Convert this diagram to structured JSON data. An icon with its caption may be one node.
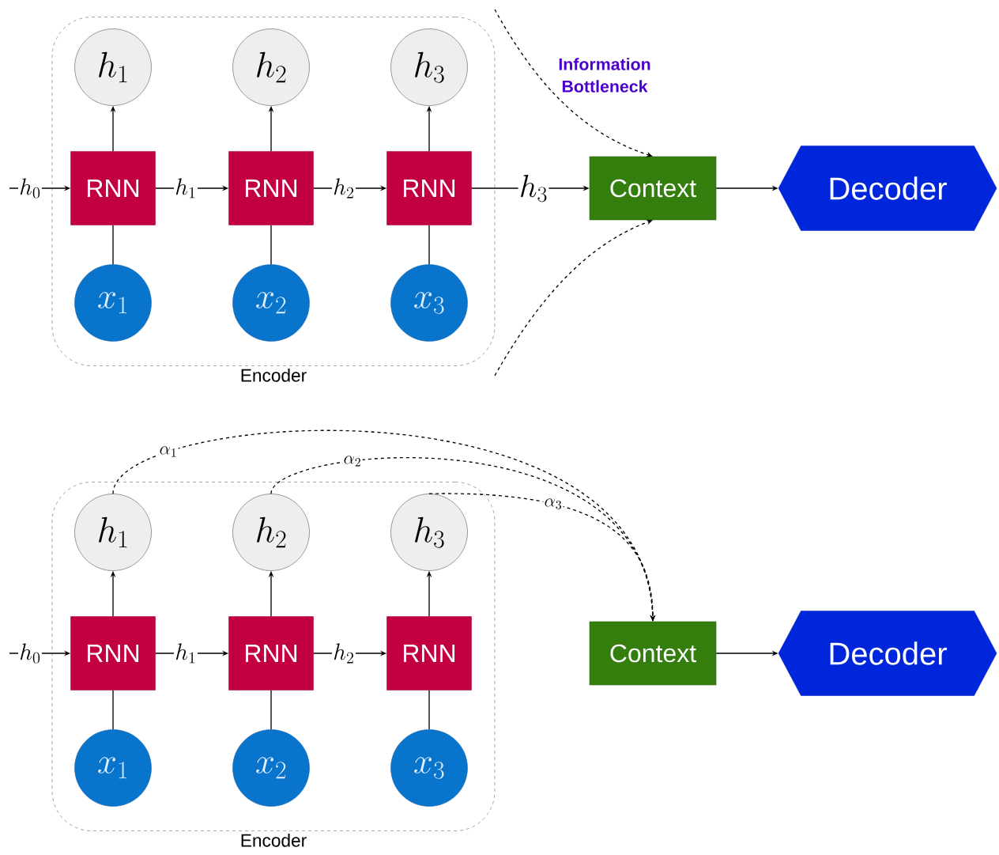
{
  "diagram": {
    "nodes": [
      {
        "text": [
          "Encoder"
        ]
      },
      {
        "text": [
          "h_{1}"
        ],
        "in": 0
      },
      {
        "text": [
          "h_{2}"
        ],
        "in": 0
      },
      {
        "text": [
          "h_{3}"
        ],
        "in": 0
      },
      {
        "text": [
          "RNN"
        ],
        "in": 0
      },
      {
        "text": [
          "RNN"
        ],
        "in": 0
      },
      {
        "text": [
          "RNN"
        ],
        "in": 0
      },
      {
        "text": [
          "x_{1}"
        ],
        "in": 0
      },
      {
        "text": [
          "x_{2}"
        ],
        "in": 0
      },
      {
        "text": [
          "x_{3}"
        ],
        "in": 0
      },
      {
        "text": [
          "Context"
        ]
      },
      {
        "text": [
          "Decoder"
        ]
      },
      {
        "text": [
          "Encoder"
        ]
      },
      {
        "text": [
          "h_{1}"
        ],
        "in": 12
      },
      {
        "text": [
          "h_{2}"
        ],
        "in": 12
      },
      {
        "text": [
          "h_{3}"
        ],
        "in": 12
      },
      {
        "text": [
          "RNN"
        ],
        "in": 12
      },
      {
        "text": [
          "RNN"
        ],
        "in": 12
      },
      {
        "text": [
          "RNN"
        ],
        "in": 12
      },
      {
        "text": [
          "x_{1}"
        ],
        "in": 12
      },
      {
        "text": [
          "x_{2}"
        ],
        "in": 12
      },
      {
        "text": [
          "x_{3}"
        ],
        "in": 12
      },
      {
        "text": [
          "Context"
        ]
      },
      {
        "text": [
          "Decoder"
        ]
      }
    ],
    "edges": [
      {
        "from": null,
        "to": 4,
        "arrow": "to",
        "label": "h_{0}"
      },
      {
        "from": 4,
        "to": 5,
        "arrow": "to",
        "label": "h_{1}"
      },
      {
        "from": 5,
        "to": 6,
        "arrow": "to",
        "label": "h_{2}"
      },
      {
        "from": 6,
        "to": 10,
        "arrow": "to",
        "label": "h_{3}"
      },
      {
        "from": 4,
        "to": 1,
        "arrow": "to"
      },
      {
        "from": 5,
        "to": 2,
        "arrow": "to"
      },
      {
        "from": 6,
        "to": 3,
        "arrow": "to"
      },
      {
        "from": 7,
        "to": 4,
        "arrow": "none"
      },
      {
        "from": 8,
        "to": 5,
        "arrow": "none"
      },
      {
        "from": 9,
        "to": 6,
        "arrow": "none"
      },
      {
        "from": 10,
        "to": 11,
        "arrow": "to"
      },
      {
        "from": null,
        "to": 10,
        "arrow": "to",
        "style": "dashed"
      },
      {
        "from": null,
        "to": 10,
        "arrow": "to",
        "style": "dashed"
      },
      {
        "from": null,
        "to": 16,
        "arrow": "to",
        "label": "h_{0}"
      },
      {
        "from": 16,
        "to": 17,
        "arrow": "to",
        "label": "h_{1}"
      },
      {
        "from": 17,
        "to": 18,
        "arrow": "to",
        "label": "h_{2}"
      },
      {
        "from": 16,
        "to": 13,
        "arrow": "to"
      },
      {
        "from": 17,
        "to": 14,
        "arrow": "to"
      },
      {
        "from": 18,
        "to": 15,
        "arrow": "to"
      },
      {
        "from": 19,
        "to": 16,
        "arrow": "none"
      },
      {
        "from": 20,
        "to": 17,
        "arrow": "none"
      },
      {
        "from": 21,
        "to": 18,
        "arrow": "none"
      },
      {
        "from": 22,
        "to": 23,
        "arrow": "to"
      },
      {
        "from": 13,
        "to": 22,
        "arrow": "to",
        "style": "dashed",
        "label": "\\alpha_{1}"
      },
      {
        "from": 14,
        "to": 22,
        "arrow": "to",
        "style": "dashed",
        "label": "\\alpha_{2}"
      },
      {
        "from": 15,
        "to": 22,
        "arrow": "to",
        "style": "dashed",
        "label": "\\alpha_{3}"
      }
    ],
    "labels": [
      "Information Bottleneck"
    ]
  }
}
